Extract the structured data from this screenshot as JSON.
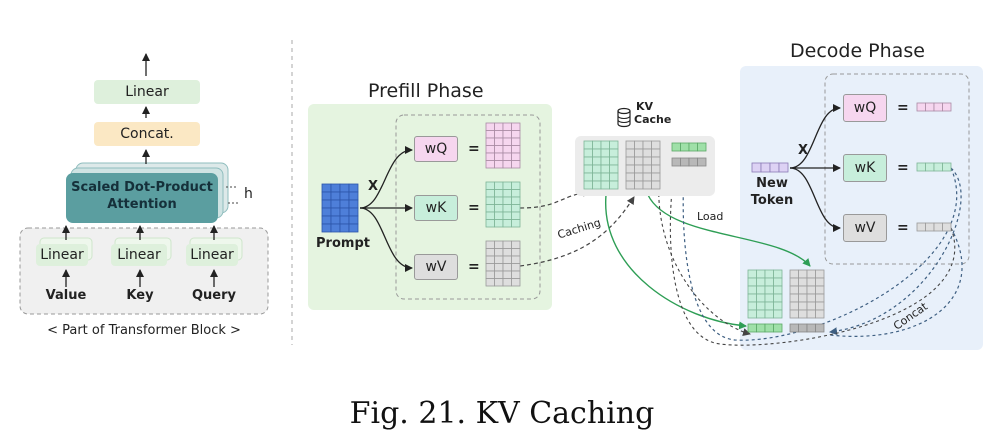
{
  "caption": "Fig. 21.  KV Caching",
  "transformer": {
    "top_linear": "Linear",
    "concat": "Concat.",
    "attention_line1": "Scaled Dot-Product",
    "attention_line2": "Attention",
    "heads": "h",
    "inputs": [
      {
        "linear": "Linear",
        "name": "Value"
      },
      {
        "linear": "Linear",
        "name": "Key"
      },
      {
        "linear": "Linear",
        "name": "Query"
      }
    ],
    "footer": "< Part of Transformer Block >"
  },
  "prefill": {
    "title": "Prefill Phase",
    "prompt": "Prompt",
    "multiply": "X",
    "equals": "=",
    "weights": [
      "wQ",
      "wK",
      "wV"
    ]
  },
  "cache": {
    "line1": "KV",
    "line2": "Cache",
    "caching": "Caching",
    "load": "Load",
    "concat": "Concat"
  },
  "decode": {
    "title": "Decode Phase",
    "token_line1": "New",
    "token_line2": "Token",
    "multiply": "X",
    "equals": "=",
    "weights": [
      "wQ",
      "wK",
      "wV"
    ]
  },
  "colors": {
    "q": "#f6d6ef",
    "k": "#c7eedb",
    "v": "#dedede",
    "prompt": "#4e7fd9",
    "token": "#ddd2f4",
    "teal": "#5b9ea0",
    "linear": "#def0dc",
    "concat": "#fbe8c4",
    "prefill_bg": "#e5f4e0",
    "decode_bg": "#e8f0fa"
  }
}
